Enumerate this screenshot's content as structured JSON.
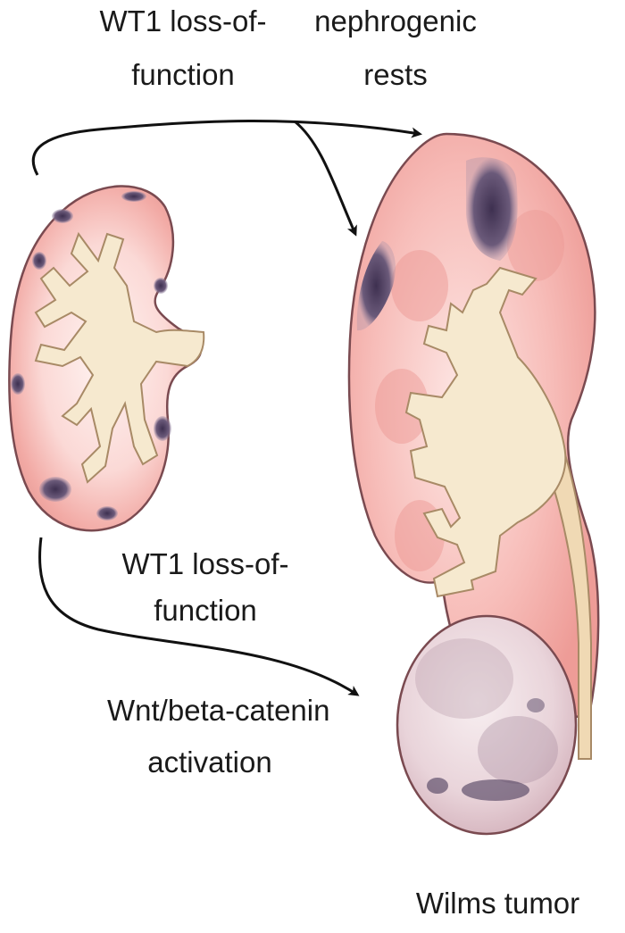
{
  "labels": {
    "wt1_top_line1": "WT1 loss-of-",
    "wt1_top_line2": "function",
    "rests_line1": "nephrogenic",
    "rests_line2": "rests",
    "wt1_mid_line1": "WT1 loss-of-",
    "wt1_mid_line2": "function",
    "wnt_line1": "Wnt/beta-catenin",
    "wnt_line2": "activation",
    "tumor": "Wilms tumor"
  },
  "colors": {
    "kidney_cortex": "#f4b3b0",
    "kidney_outline": "#7a4a50",
    "pelvis_fill": "#f6e9cf",
    "pelvis_outline": "#a88a66",
    "rest_spots": "#5a4a6a",
    "tumor_fill": "#efe0e4",
    "arrow": "#111111"
  }
}
